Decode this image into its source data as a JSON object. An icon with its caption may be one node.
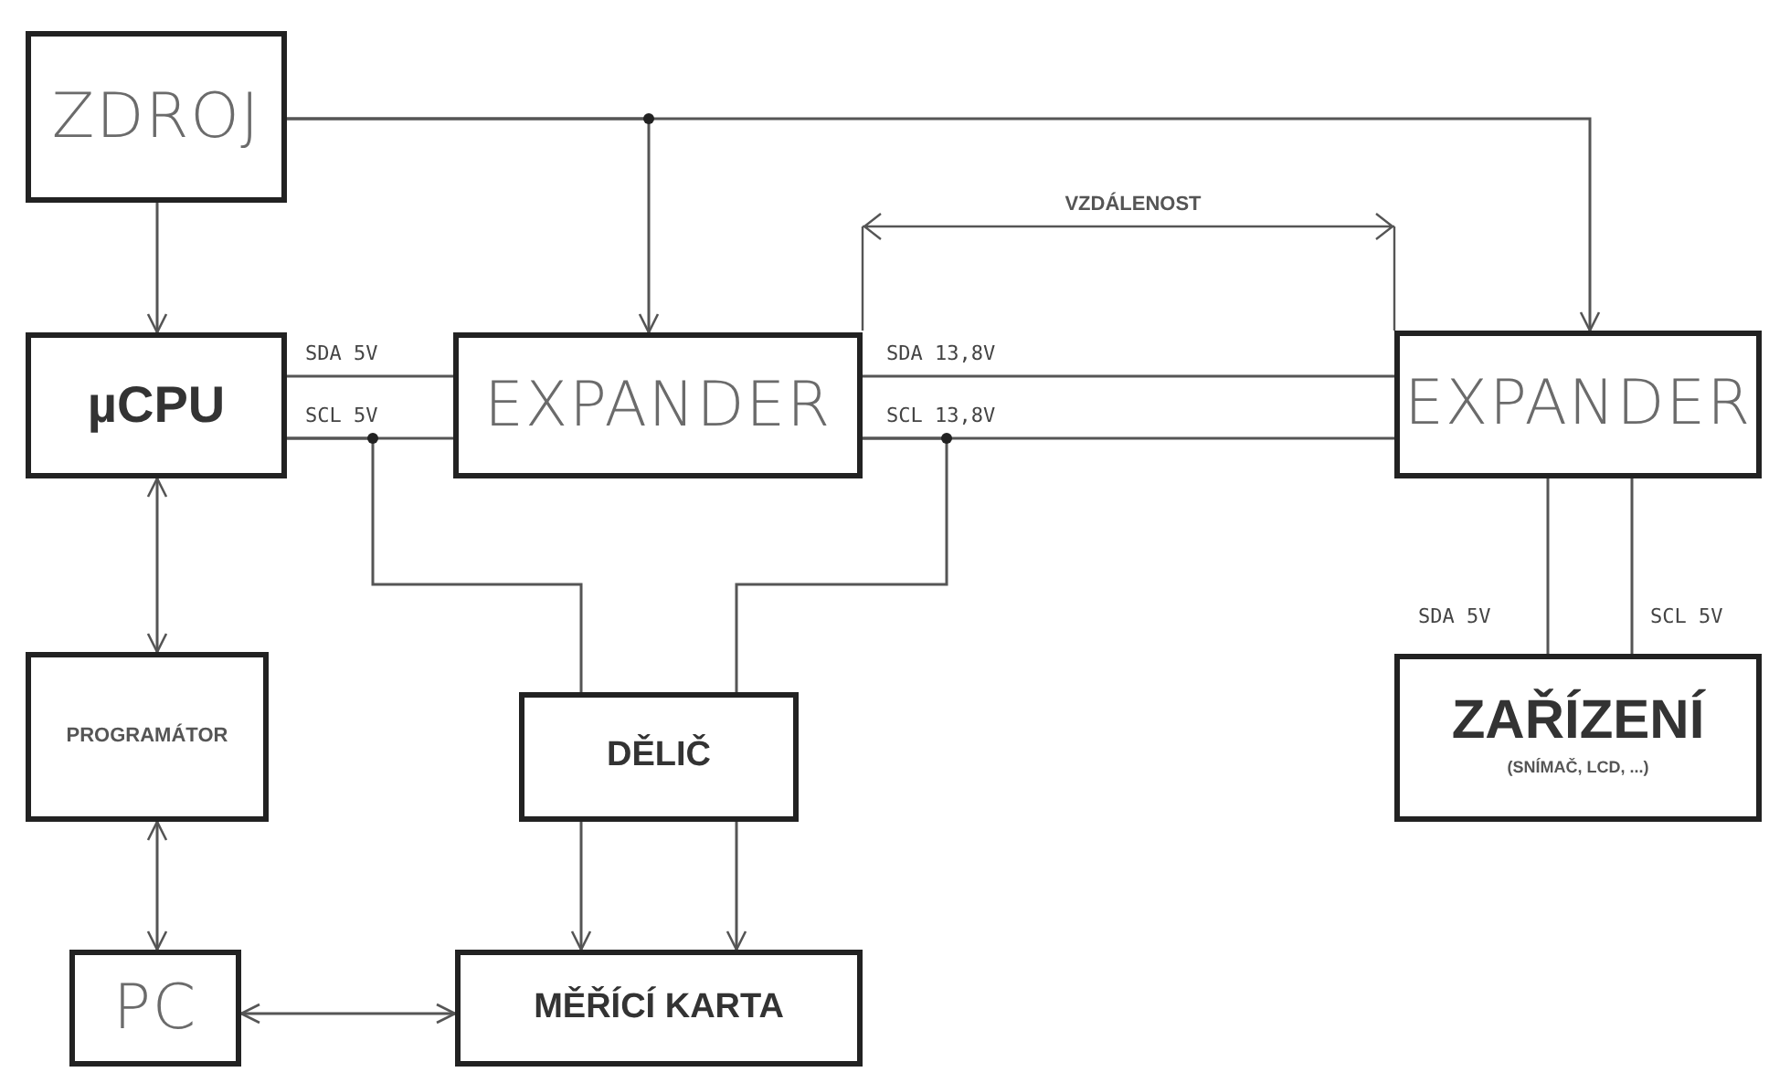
{
  "diagram": {
    "nodes": [
      {
        "text": [
          "ZDROJ"
        ]
      },
      {
        "text": [
          "µCPU"
        ]
      },
      {
        "text": [
          "EXPANDER"
        ]
      },
      {
        "text": [
          "EXPANDER"
        ]
      },
      {
        "text": [
          "PROGRAMÁTOR"
        ]
      },
      {
        "text": [
          "DĚLIČ"
        ]
      },
      {
        "text": [
          "ZAŘÍZENÍ",
          "(SNÍMAČ, LCD, ...)"
        ]
      },
      {
        "text": [
          "PC"
        ]
      },
      {
        "text": [
          "MĚŘÍCÍ KARTA"
        ]
      }
    ],
    "edges": [
      {
        "from": 0,
        "to": 1,
        "arrow": "to"
      },
      {
        "from": 0,
        "to": 2,
        "arrow": "to"
      },
      {
        "from": 0,
        "to": 3,
        "arrow": "to"
      },
      {
        "from": 1,
        "to": 2,
        "arrow": "none",
        "label": "SDA 5V"
      },
      {
        "from": 1,
        "to": 2,
        "arrow": "none",
        "label": "SCL 5V"
      },
      {
        "from": 2,
        "to": 3,
        "arrow": "none",
        "label": "SDA 13,8V"
      },
      {
        "from": 2,
        "to": 3,
        "arrow": "none",
        "label": "SCL 13,8V"
      },
      {
        "from": 1,
        "to": 5,
        "arrow": "none"
      },
      {
        "from": 2,
        "to": 5,
        "arrow": "none"
      },
      {
        "from": 1,
        "to": 4,
        "arrow": "both"
      },
      {
        "from": 4,
        "to": 7,
        "arrow": "both"
      },
      {
        "from": 7,
        "to": 8,
        "arrow": "both"
      },
      {
        "from": 5,
        "to": 8,
        "arrow": "to"
      },
      {
        "from": 5,
        "to": 8,
        "arrow": "to"
      },
      {
        "from": 3,
        "to": 6,
        "arrow": "none",
        "label": "SDA 5V"
      },
      {
        "from": 3,
        "to": 6,
        "arrow": "none",
        "label": "SCL 5V"
      }
    ],
    "labels": [
      "VZDÁLENOST"
    ]
  }
}
